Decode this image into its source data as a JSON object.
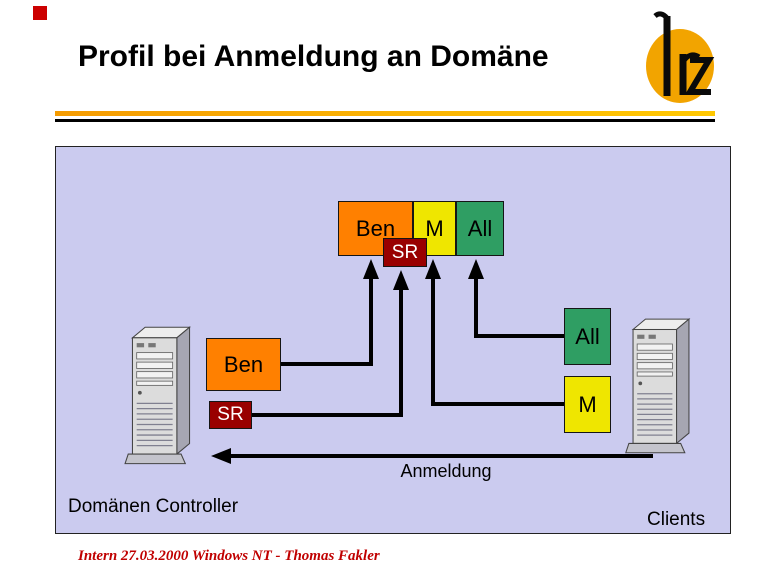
{
  "slide": {
    "title": "Profil bei Anmeldung an Domäne",
    "footer": "Intern 27.03.2000 Windows NT - Thomas Fakler",
    "logo_alt": "LRZ"
  },
  "diagram": {
    "merged_profile": {
      "ben": "Ben",
      "m": "M",
      "all": "All",
      "sr": "SR"
    },
    "domain_controller": {
      "ben": "Ben",
      "sr": "SR",
      "label": "Domänen Controller"
    },
    "clients": {
      "all": "All",
      "m": "M",
      "label": "Clients"
    },
    "anmeldung_arrow_label": "Anmeldung"
  },
  "icons": {
    "lrz_logo": "orange-ellipse-with-lrz-letters",
    "server_tower": "gray-3d-computer-tower"
  },
  "colors": {
    "profile_orange": "#FF8000",
    "profile_yellow": "#EFE600",
    "profile_green": "#2F9E63",
    "profile_dark_red": "#990000",
    "diagram_background": "#CBCBEF",
    "divider_gold": "#FFB400",
    "accent_red": "#CC0000",
    "footer_red": "#C00000"
  }
}
